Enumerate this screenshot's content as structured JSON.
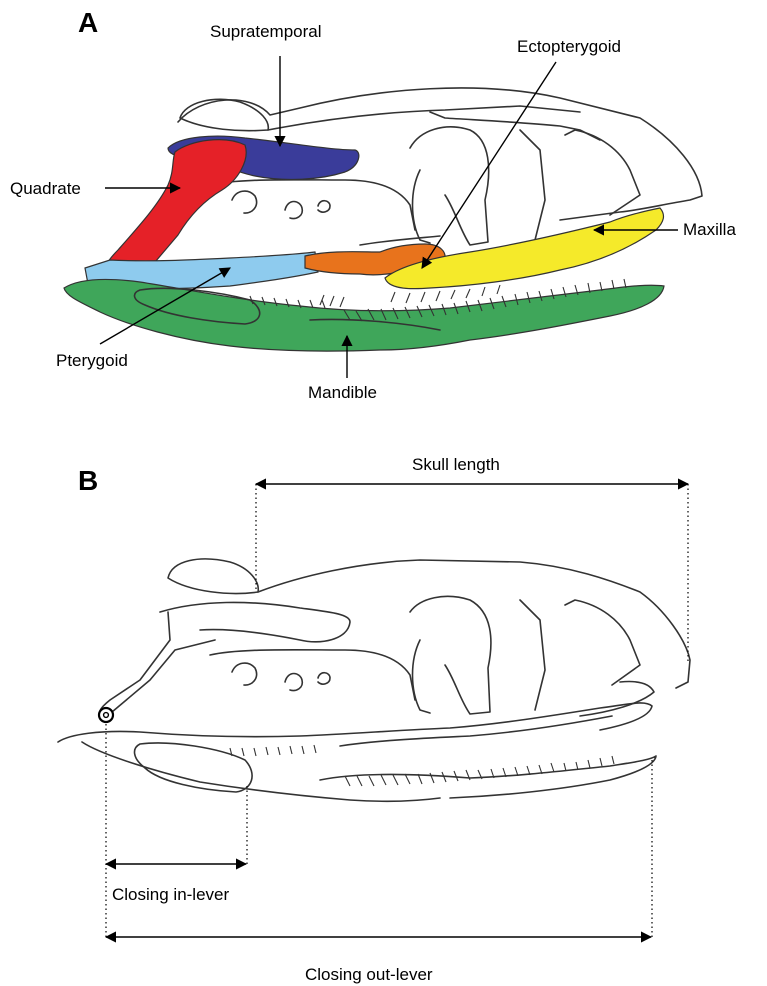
{
  "panel_a": {
    "letter": "A",
    "labels": {
      "supratemporal": "Supratemporal",
      "ectopterygoid": "Ectopterygoid",
      "quadrate": "Quadrate",
      "maxilla": "Maxilla",
      "pterygoid": "Pterygoid",
      "mandible": "Mandible"
    },
    "colors": {
      "supratemporal": "#3a3c9a",
      "quadrate": "#e52128",
      "pterygoid": "#8ecbee",
      "ectopterygoid": "#e8731c",
      "maxilla": "#f5ea2a",
      "mandible": "#3fa65a"
    }
  },
  "panel_b": {
    "letter": "B",
    "labels": {
      "skull_length": "Skull length",
      "closing_in_lever": "Closing in-lever",
      "closing_out_lever": "Closing out-lever"
    }
  }
}
